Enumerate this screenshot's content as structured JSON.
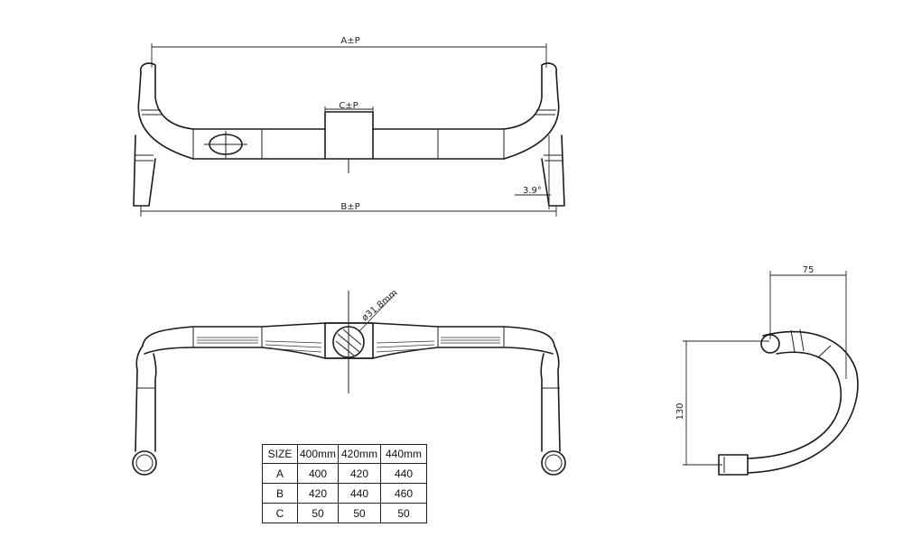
{
  "dimensions": {
    "top_width": "A±P",
    "clamp_width": "C±P",
    "bottom_width": "B±P",
    "flare_angle": "3.9°",
    "clamp_diameter": "ø31.8mm",
    "reach": "75",
    "drop": "130"
  },
  "size_table": {
    "headers": [
      "SIZE",
      "400mm",
      "420mm",
      "440mm"
    ],
    "rows": [
      [
        "A",
        "400",
        "420",
        "440"
      ],
      [
        "B",
        "420",
        "440",
        "460"
      ],
      [
        "C",
        "50",
        "50",
        "50"
      ]
    ]
  }
}
